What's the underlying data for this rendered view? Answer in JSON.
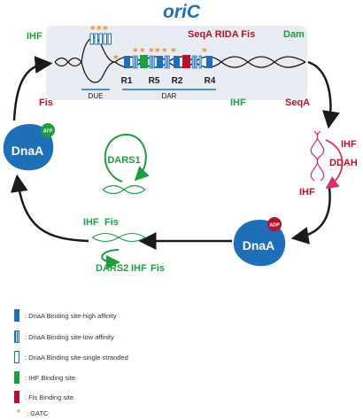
{
  "title": "oriC",
  "colors": {
    "ihf": "#1d9e3f",
    "fis": "#b4142b",
    "dnaa": "#1f6fb8",
    "dnaa_text": "#ffffff",
    "gatc": "#f08a1c",
    "box": "#e9ecf2",
    "arrow": "#1a1a1a",
    "ddah": "#d6306e"
  },
  "oric": {
    "top_left": "IHF",
    "bottom_left": "Fis",
    "seqa_rida_fis": "SeqA RIDA Fis",
    "dam": "Dam",
    "due": "DUE",
    "dar": "DAR",
    "sites": [
      "R1",
      "R5",
      "R2",
      "R4"
    ],
    "ihf_bottom": "IHF",
    "seqa_bottom": "SeqA"
  },
  "dnaa_atp": {
    "label": "DnaA",
    "badge": "ATP"
  },
  "dnaa_adp": {
    "label": "DnaA",
    "badge": "ADP"
  },
  "ddah": {
    "label": "DDAH",
    "ihf_top": "IHF",
    "ihf_bottom": "IHF"
  },
  "dars1": {
    "label": "DARS1"
  },
  "dars2": {
    "label": "DARS2",
    "ihf_left": "IHF",
    "fis_left": "Fis",
    "ihf_bottom": "IHF",
    "fis_bottom": "Fis"
  },
  "legend": [
    {
      "key": "high",
      "text": ": DnaA Binding site-high affinity"
    },
    {
      "key": "low",
      "text": ": DnaA Binding site-low affinity"
    },
    {
      "key": "ss",
      "text": ": DnaA Binding site-single stranded"
    },
    {
      "key": "ihf",
      "text": ": IHF Binding site"
    },
    {
      "key": "fis",
      "text": ": Fis Binding site"
    },
    {
      "key": "gatc",
      "text": ": GATC"
    }
  ]
}
